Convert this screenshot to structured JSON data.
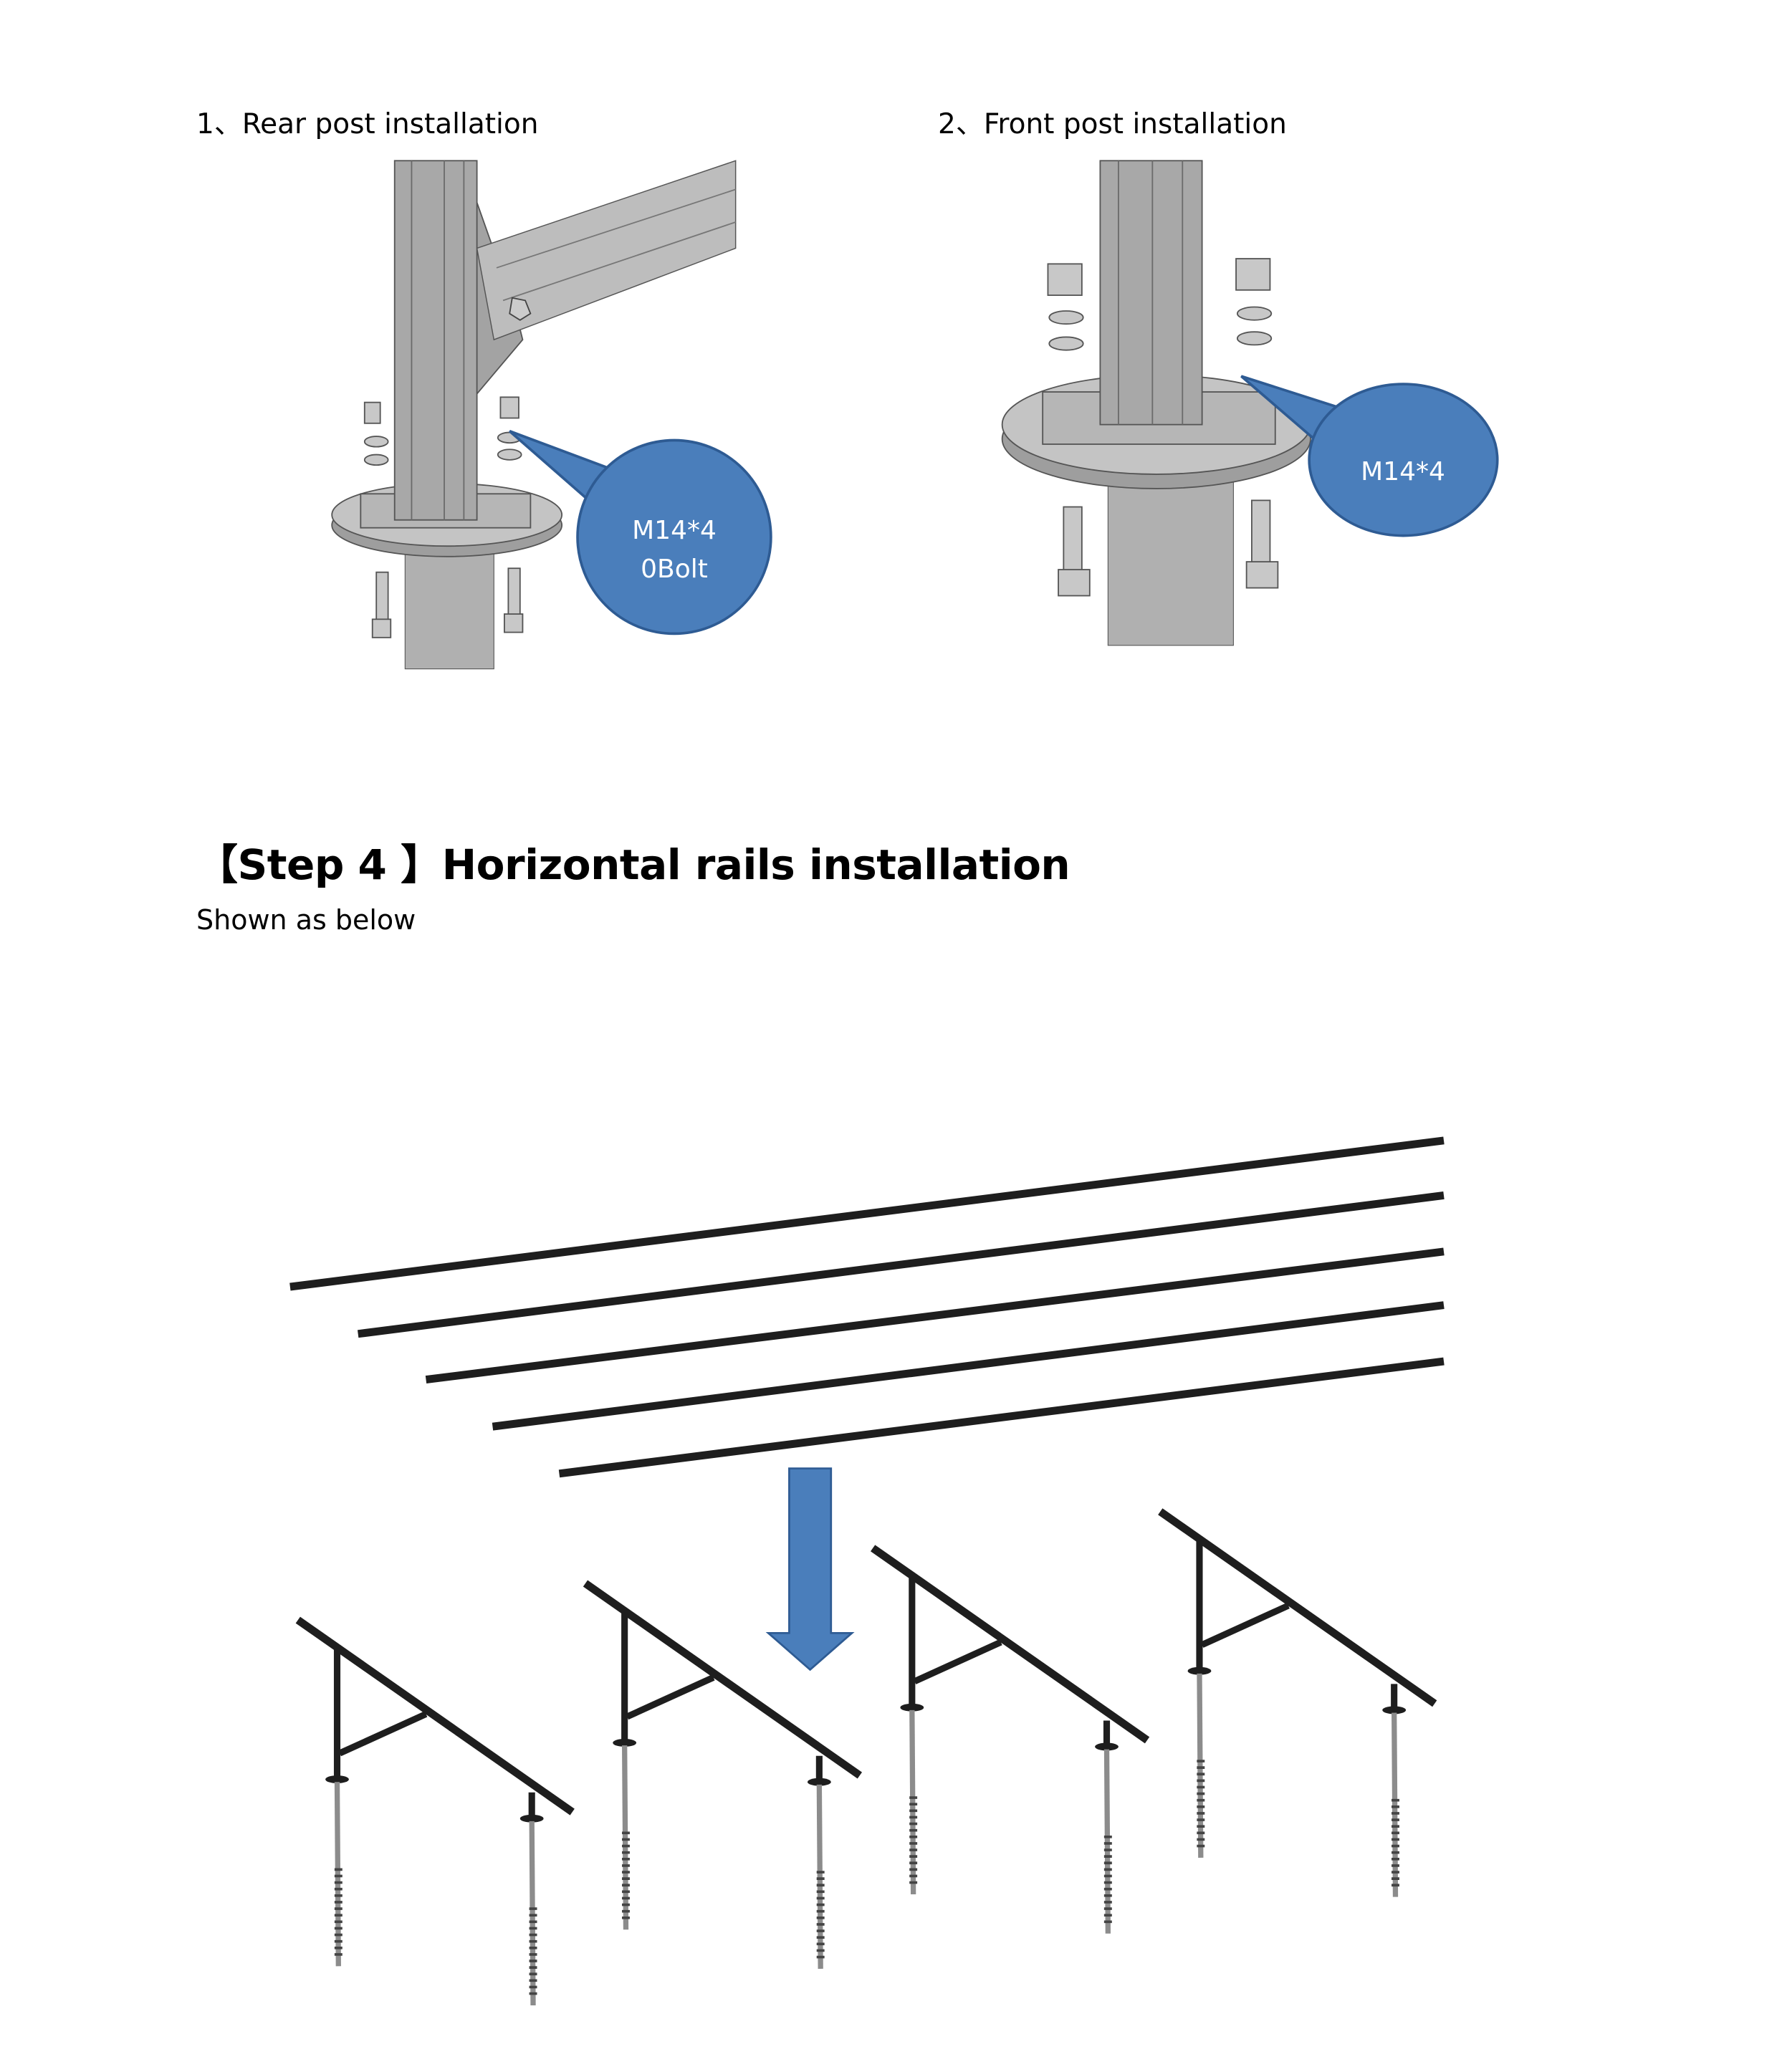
{
  "sections": {
    "rear": {
      "caption": "1、Rear post installation",
      "callout_line1": "M14*4",
      "callout_line2": "0Bolt"
    },
    "front": {
      "caption": "2、Front post installation",
      "callout_line1": "M14*4"
    }
  },
  "step": {
    "heading": "【Step 4 】Horizontal rails installation",
    "subtitle": "Shown as below"
  },
  "colors": {
    "callout": "#4a7ebb",
    "callout_border": "#2e5b93",
    "rail": "#1e1e1e",
    "steel": "#a9a9a9"
  }
}
